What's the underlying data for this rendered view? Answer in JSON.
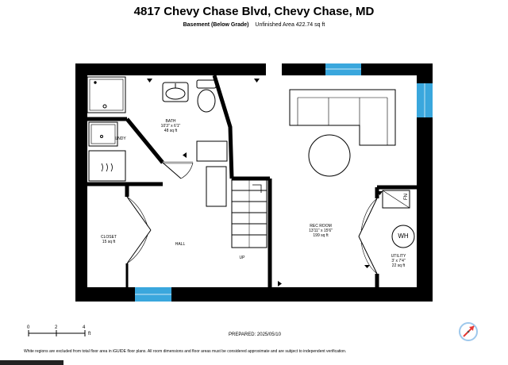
{
  "header": {
    "title": "4817 Chevy Chase Blvd, Chevy Chase, MD",
    "level": "Basement (Below Grade)",
    "area": "Unfinished Area 422.74 sq ft"
  },
  "rooms": {
    "bath": {
      "name": "BATH",
      "dims": "10'3\" x 6'1\"",
      "area": "48 sq ft"
    },
    "laundry": {
      "name": "LNDY"
    },
    "closet": {
      "name": "CLOSET",
      "area": "15 sq ft"
    },
    "hall": {
      "name": "HALL"
    },
    "rec": {
      "name": "REC ROOM",
      "dims": "13'11\" x 15'6\"",
      "area": "199 sq ft"
    },
    "utility": {
      "name": "UTILITY",
      "dims": "3' x 7'4\"",
      "area": "22 sq ft"
    },
    "stairs": {
      "name": "UP"
    },
    "water_heater": {
      "name": "WH"
    },
    "furnace": {
      "name": "FN"
    }
  },
  "scale": {
    "ticks": [
      "0",
      "2",
      "4"
    ],
    "unit": "ft"
  },
  "prepared": "PREPARED: 2025/05/10",
  "disclaimer": "White regions are excluded from total floor area in iGUIDE floor plans. All room dimensions and floor areas must be considered approximate and are subject to independent verification.",
  "colors": {
    "wall": "#000000",
    "window": "#3aa7dd",
    "compass_arrow": "#e53935",
    "compass_ring": "#9ec8ec"
  }
}
